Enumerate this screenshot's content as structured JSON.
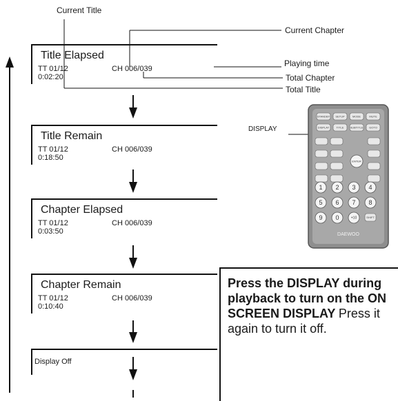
{
  "callouts": {
    "current_title": "Current Title",
    "current_chapter": "Current Chapter",
    "playing_time": "Playing time",
    "total_chapter": "Total Chapter",
    "total_title": "Total Title",
    "display": "DISPLAY"
  },
  "panels": [
    {
      "title": "Title Elapsed",
      "tt": "TT 01/12",
      "ch": "CH 006/039",
      "time": "0:02:20"
    },
    {
      "title": "Title Remain",
      "tt": "TT 01/12",
      "ch": "CH 006/039",
      "time": "0:18:50"
    },
    {
      "title": "Chapter Elapsed",
      "tt": "TT 01/12",
      "ch": "CH 006/039",
      "time": "0:03:50"
    },
    {
      "title": "Chapter Remain",
      "tt": "TT 01/12",
      "ch": "CH 006/039",
      "time": "0:10:40"
    },
    {
      "title": "Display Off"
    }
  ],
  "instruction": {
    "bold": "Press the DISPLAY during playback to turn on the ON SCREEN DISPLAY",
    "normal": "Press it again to turn it off."
  },
  "remote": {
    "buttons_row1": [
      "STANDBY",
      "SETUP",
      "MODE",
      "MUTE"
    ],
    "buttons_row2": [
      "DISPLAY",
      "TITLE",
      "SUBTITLE",
      "GOTO"
    ],
    "center": "ENTER",
    "digits": [
      "1",
      "2",
      "3",
      "4",
      "5",
      "6",
      "7",
      "8",
      "9",
      "0",
      "+10"
    ],
    "shift": "SHIFT",
    "brand": "DAEWOO"
  }
}
